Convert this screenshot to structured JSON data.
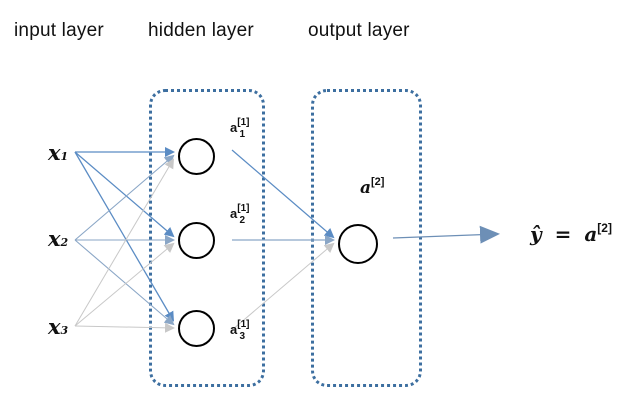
{
  "layers": {
    "input_title": "input layer",
    "hidden_title": "hidden layer",
    "output_title": "output layer"
  },
  "inputs": [
    {
      "var": "x",
      "sub": "1"
    },
    {
      "var": "x",
      "sub": "2"
    },
    {
      "var": "x",
      "sub": "3"
    }
  ],
  "hidden": [
    {
      "name": "a",
      "sup": "[1]",
      "sub": "1"
    },
    {
      "name": "a",
      "sup": "[1]",
      "sub": "2"
    },
    {
      "name": "a",
      "sup": "[1]",
      "sub": "3"
    }
  ],
  "output": {
    "name": "a",
    "sup": "[2]"
  },
  "prediction": {
    "lhs": "ŷ",
    "eq": "=",
    "name": "a",
    "sup": "[2]"
  },
  "colors": {
    "box_border": "#3d6fa0",
    "edge_strong": "#5b8cc4",
    "edge_faint": "#c8c8c8",
    "edge_mid": "#8aa6c6"
  }
}
